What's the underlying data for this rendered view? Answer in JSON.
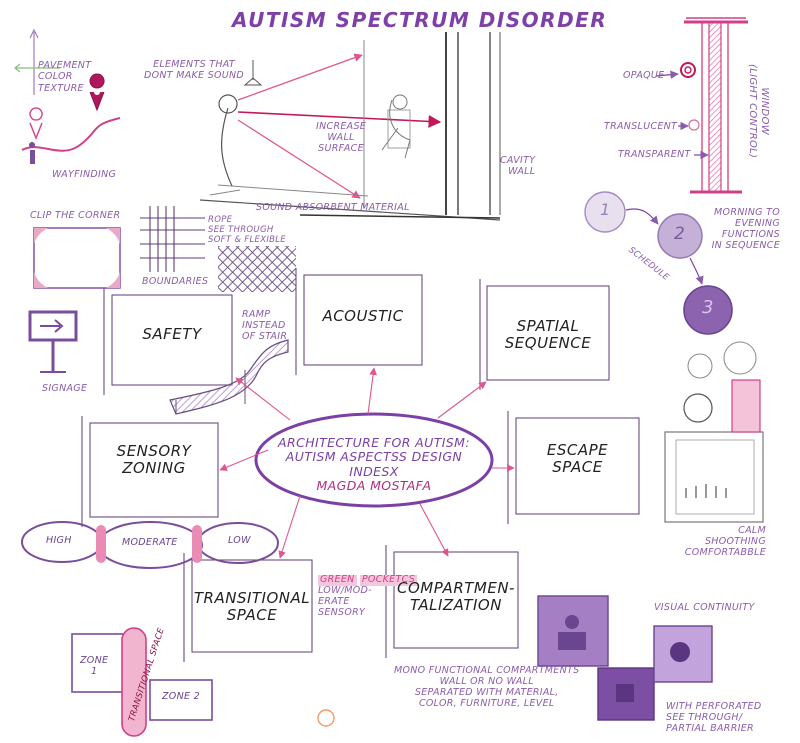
{
  "title": "AUTISM SPECTRUM DISORDER",
  "center": {
    "line1": "ARCHITECTURE FOR AUTISM:",
    "line2": "AUTISM ASPECTSS DESIGN",
    "line3": "INDESX",
    "line4": "MAGDA MOSTAFA"
  },
  "boxes": {
    "safety": "SAFETY",
    "acoustic": "ACOUSTIC",
    "spatial_1": "SPATIAL",
    "spatial_2": "SEQUENCE",
    "sensory_1": "SENSORY",
    "sensory_2": "ZONING",
    "escape_1": "ESCAPE",
    "escape_2": "SPACE",
    "transitional_1": "TRANSITIONAL",
    "transitional_2": "SPACE",
    "compart_1": "COMPARTMEN-",
    "compart_2": "TALIZATION"
  },
  "annotations": {
    "pavement_1": "PAVEMENT",
    "pavement_2": "COLOR",
    "pavement_3": "TEXTURE",
    "wayfinding": "WAYFINDING",
    "elements_1": "ELEMENTS THAT",
    "elements_2": "DONT MAKE SOUND",
    "increase_1": "INCREASE",
    "increase_2": "WALL",
    "increase_3": "SURFACE",
    "cavity_1": "CAVITY",
    "cavity_2": "WALL",
    "sound_absorbent": "SOUND ABSORBENT MATERIAL",
    "opaque": "OPAQUE",
    "translucent": "TRANSLUCENT",
    "transparent": "TRANSPARENT",
    "window_1": "WINDOW",
    "window_2": "(LIGHT CONTROL)",
    "clip_corner": "CLIP THE CORNER",
    "rope_1": "ROPE",
    "rope_2": "SEE THROUGH",
    "rope_3": "SOFT & FLEXIBLE",
    "boundaries": "BOUNDARIES",
    "signage": "SIGNAGE",
    "ramp_1": "RAMP",
    "ramp_2": "INSTEAD",
    "ramp_3": "OF STAIR",
    "morning_1": "MORNING TO",
    "morning_2": "EVENING",
    "morning_3": "FUNCTIONS",
    "morning_4": "IN SEQUENCE",
    "schedule": "SCHEDULE",
    "calm_1": "CALM",
    "calm_2": "SHOOTHING",
    "calm_3": "COMFORTABBLE",
    "high": "HIGH",
    "moderate": "MODERATE",
    "low": "LOW",
    "green_1": "GREEN",
    "green_2": "POCKETCS",
    "low_mod_1": "LOW/MOD-",
    "low_mod_2": "ERATE",
    "low_mod_3": "SENSORY",
    "zone1_1": "ZONE",
    "zone1_2": "1",
    "zone2": "ZONE 2",
    "transitional_space": "TRANSITIONAL SPACE",
    "visual_continuity": "VISUAL CONTINUITY",
    "mono_1": "MONO FUNCTIONAL COMPARTMENTS",
    "mono_2": "WALL OR NO WALL",
    "mono_3": "SEPARATED WITH MATERIAL,",
    "mono_4": "COLOR, FURNITURE, LEVEL",
    "perforated_1": "WITH PERFORATED",
    "perforated_2": "SEE THROUGH/",
    "perforated_3": "PARTIAL BARRIER",
    "schedule_1": "1",
    "schedule_2": "2",
    "schedule_3": "3"
  },
  "colors": {
    "purple": "#8a5cab",
    "pink": "#d23f88",
    "light_purple": "#c9a6dd",
    "dark": "#222222"
  }
}
